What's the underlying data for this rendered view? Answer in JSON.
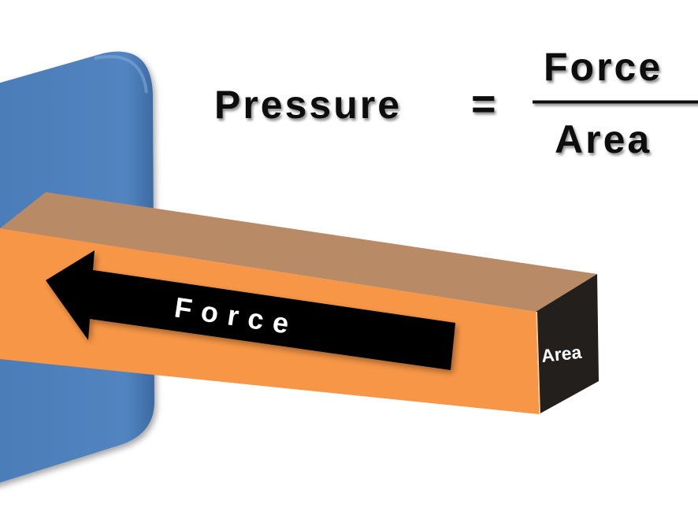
{
  "formula": {
    "left_term": "Pressure",
    "equals": "=",
    "numerator": "Force",
    "denominator": "Area",
    "fraction_bar": "———————"
  },
  "diagram": {
    "arrow_label": "Force",
    "end_face_label": "Area"
  },
  "colors": {
    "wall": "#4f81bd",
    "bar_front": "#f79646",
    "bar_top": "#b98a66",
    "bar_end": "#231f1c",
    "arrow": "#000000",
    "text": "#111111"
  }
}
